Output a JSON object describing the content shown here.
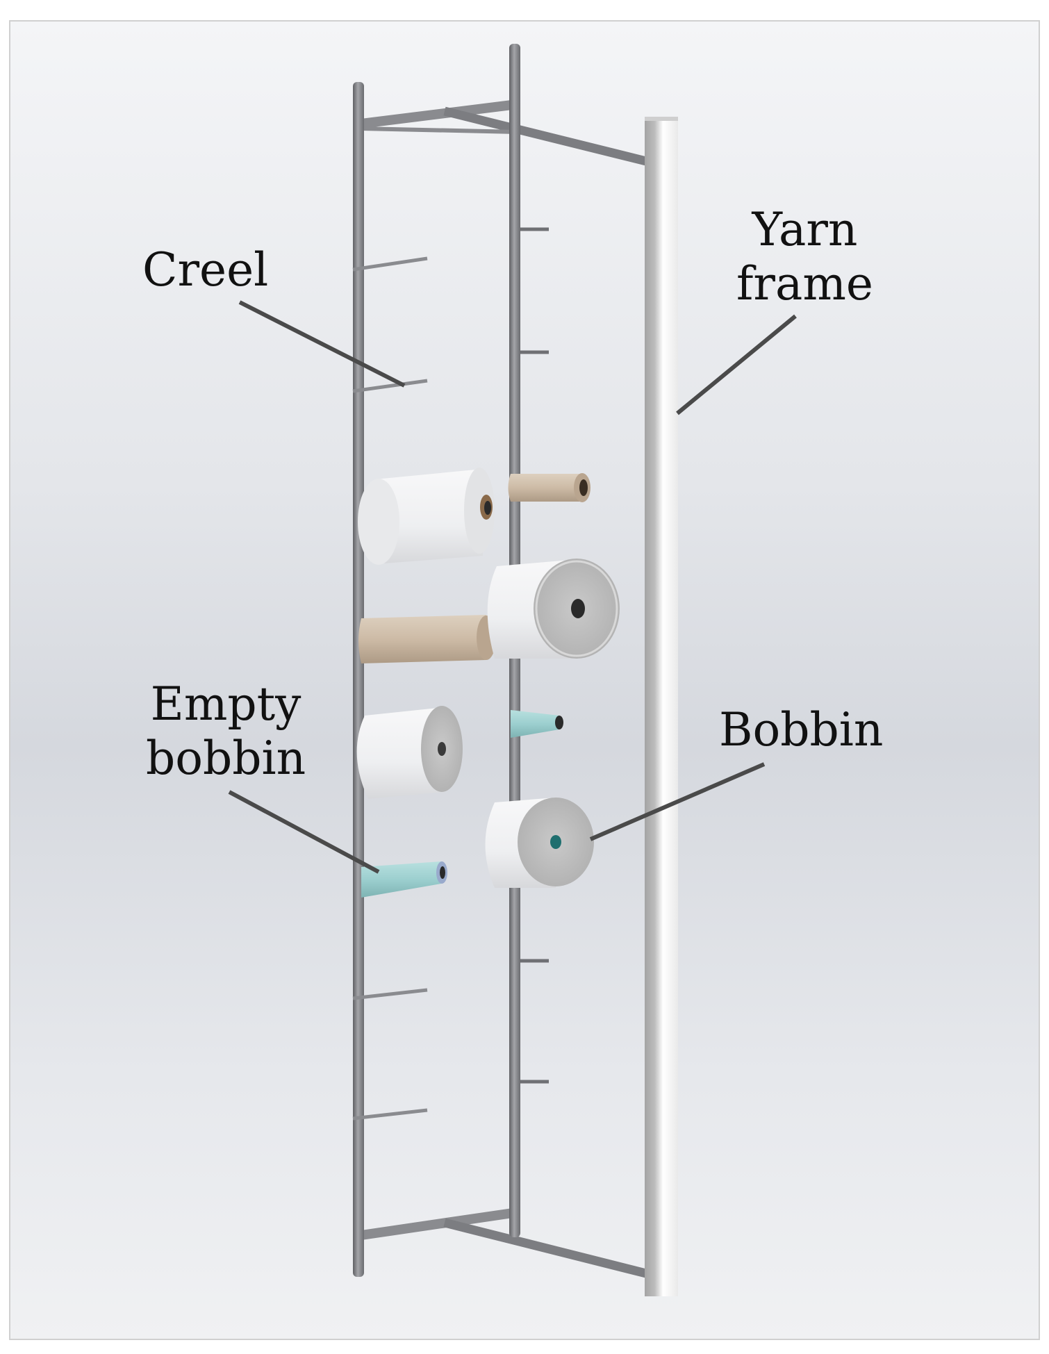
{
  "labels": {
    "creel": "Creel",
    "yarn_frame": [
      "Yarn",
      "frame"
    ],
    "empty_bobbin": [
      "Empty",
      "bobbin"
    ],
    "bobbin": "Bobbin"
  },
  "colors": {
    "background_top": "#eef0f3",
    "background_mid": "#dcdfe4",
    "frame_post": "#8f9094",
    "frame_post_dark": "#6f7074",
    "yarn_frame_white": "#f7f7f7",
    "yarn_frame_shadow": "#a9a9a9",
    "bobbin_white": "#f1f2f3",
    "bobbin_face": "#cfcfcf",
    "bobbin_face_dark": "#a7a7a7",
    "empty_tube": "#cdbba6",
    "empty_cone": "#9ccfcf",
    "leader_line": "#4a4a4a"
  }
}
